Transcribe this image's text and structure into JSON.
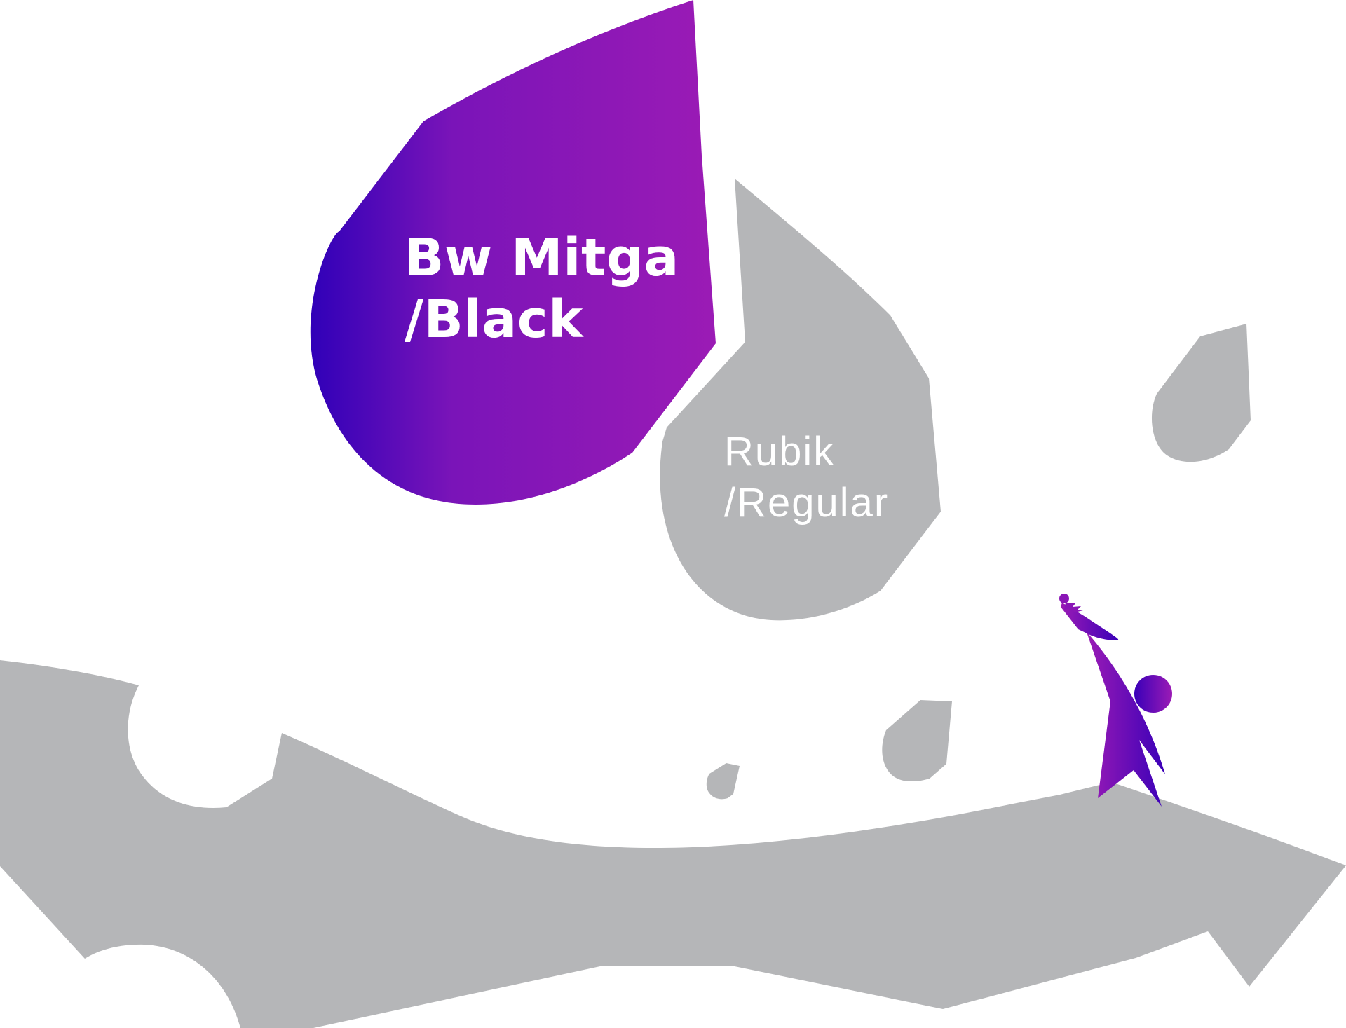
{
  "fonts": [
    {
      "name": "Bw Mitga",
      "style": "/Black"
    },
    {
      "name": "Rubik",
      "style": "/Regular"
    }
  ],
  "colors": {
    "purple_light": "#9b1bb5",
    "purple_dark": "#3000b8",
    "gray": "#b5b6b8",
    "background": "#ffffff"
  },
  "illustration": "stick-figure-reaching"
}
